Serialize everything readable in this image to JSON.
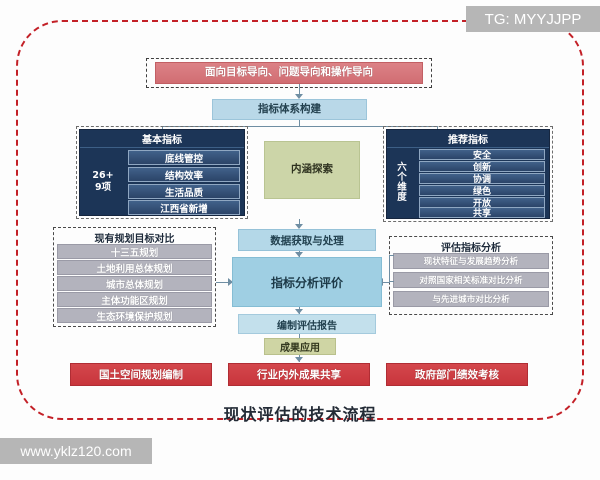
{
  "diagram": {
    "title": "现状评估的技术流程",
    "top_banner": "面向目标导向、问题导向和操作导向",
    "system_build": "指标体系构建",
    "core": "内涵探索",
    "left_indicator_panel": {
      "header": "基本指标",
      "side_tag": "26+\n9项",
      "side_tag_line1": "26+",
      "side_tag_line2": "9项",
      "items": [
        "底线管控",
        "结构效率",
        "生活品质",
        "江西省新增"
      ]
    },
    "right_indicator_panel": {
      "header": "推荐指标",
      "side_tag": "六个维度",
      "items": [
        "安全",
        "创新",
        "协调",
        "绿色",
        "开放",
        "共享"
      ]
    },
    "existing_plan_panel": {
      "header": "现有规划目标对比",
      "items": [
        "十三五规划",
        "土地利用总体规划",
        "城市总体规划",
        "主体功能区规划",
        "生态环境保护规划"
      ]
    },
    "evaluation_panel": {
      "header": "评估指标分析",
      "items": [
        "现状特征与发展趋势分析",
        "对照国家相关标准对比分析",
        "与先进城市对比分析"
      ]
    },
    "flow": {
      "data": "数据获取与处理",
      "analysis": "指标分析评价",
      "report": "编制评估报告",
      "application": "成果应用"
    },
    "outcomes": [
      "国土空间规划编制",
      "行业内外成果共享",
      "政府部门绩效考核"
    ]
  },
  "watermarks": {
    "top_right": "TG: MYYJJPP",
    "bottom_left": "www.yklz120.com"
  },
  "colors": {
    "frame_red": "#c32027",
    "banner_rose": "#d16e73",
    "navy": "#1c3557",
    "chip_blue": "#41618a",
    "light_blue": "#9fcfe3",
    "pale_blue": "#b4d8e8",
    "olive": "#ccd5a8",
    "gray_chip": "#b3b3bd",
    "outcome_red": "#c8353c"
  }
}
